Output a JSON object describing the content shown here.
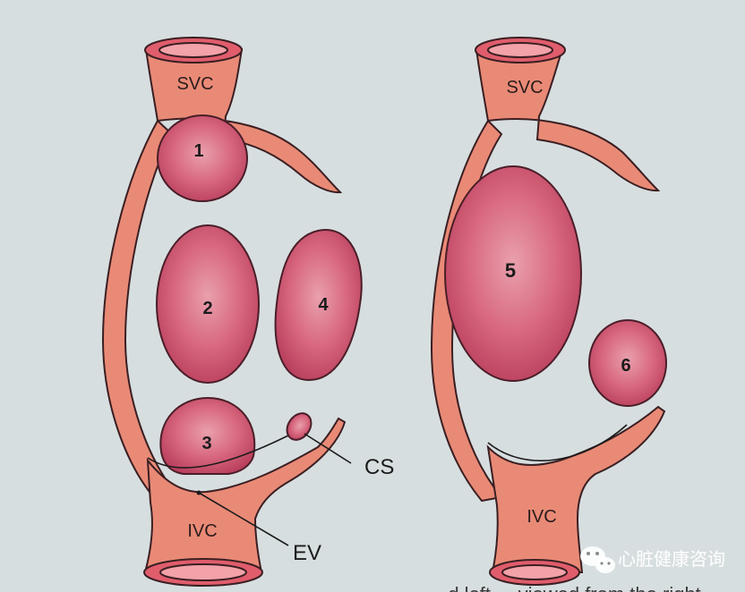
{
  "left_panel": {
    "svc": "SVC",
    "ivc": "IVC",
    "defects": [
      "1",
      "2",
      "3",
      "4"
    ],
    "callouts": {
      "cs": "CS",
      "ev": "EV"
    }
  },
  "right_panel": {
    "svc": "SVC",
    "ivc": "IVC",
    "defects": [
      "5",
      "6"
    ]
  },
  "caption": "...d left ... viewed from the right",
  "watermark": {
    "text": "心脏健康咨询"
  },
  "colors": {
    "background": "#d7dee0",
    "vessel_wall": "#e98a76",
    "defect_fill": "#d35a73",
    "outline": "#3a1f22"
  }
}
